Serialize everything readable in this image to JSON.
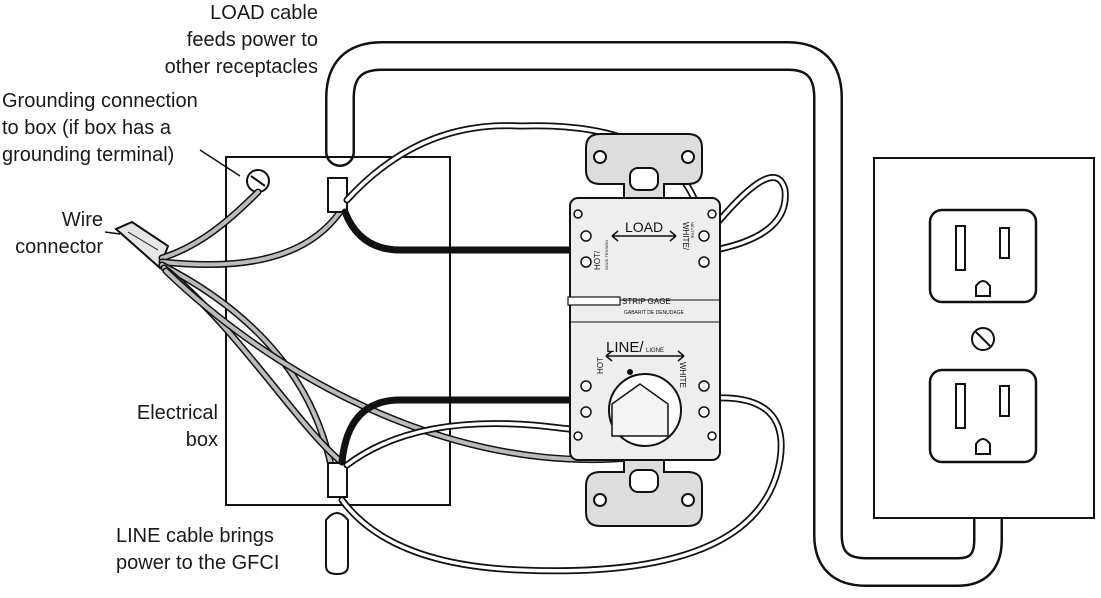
{
  "labels": {
    "load_cable": [
      "LOAD cable",
      "feeds power to",
      "other receptacles"
    ],
    "grounding": [
      "Grounding connection",
      "to box (if box has a",
      "grounding terminal)"
    ],
    "wire_connector": [
      "Wire",
      "connector"
    ],
    "electrical_box": [
      "Electrical",
      "box"
    ],
    "line_cable": [
      "LINE cable brings",
      "power to the GFCI"
    ]
  },
  "gfci": {
    "load": "LOAD",
    "line": "LINE/",
    "line_fr": "LIGNE",
    "hot_load": "HOT/",
    "hot_load_fr": "SOUS TENSION",
    "white_load": "WHITE/",
    "white_load_fr": "NEUTRE",
    "hot_line": "HOT",
    "white_line": "WHITE",
    "strip_gage": "STRIP GAGE",
    "strip_gage_fr": "GABARIT DE DENUDAGE"
  }
}
